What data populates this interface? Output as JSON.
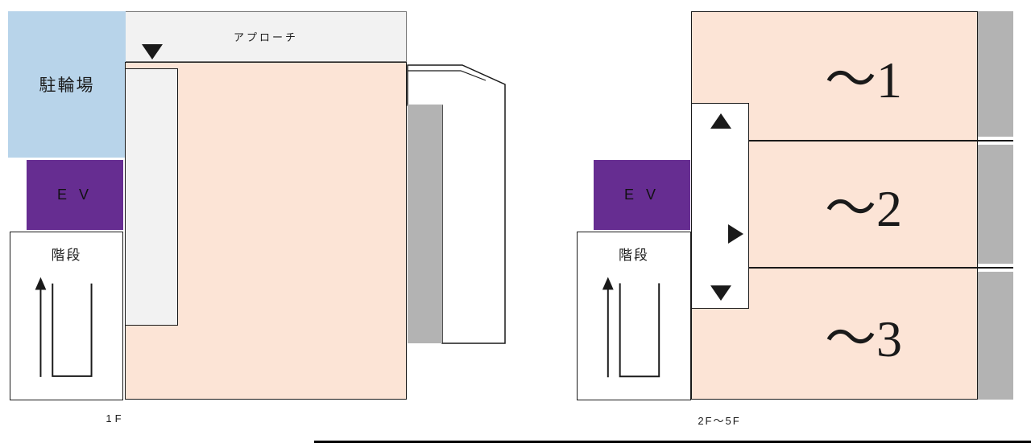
{
  "colors": {
    "room_fill": "#fce4d6",
    "bike_parking_fill": "#b8d4ea",
    "elevator_fill": "#662d91",
    "balcony_fill": "#b3b3b3",
    "approach_fill": "#f2f2f2",
    "corridor_fill": "#f2f2f2",
    "outline": "#1a1a1a"
  },
  "icons": {
    "entrance_marker": "▼",
    "elevator_up_marker": "▲",
    "hall_right_marker": "▶",
    "hall_down_marker": "▼",
    "stairs_direction": "↑"
  },
  "plan_1f": {
    "caption": "1F",
    "approach_label": "アプローチ",
    "bike_parking_label": "駐輪場",
    "elevator_label": "E V",
    "stairs_label": "階段"
  },
  "plan_2f_5f": {
    "caption": "2F～5F",
    "elevator_label": "E V",
    "stairs_label": "階段",
    "rooms": [
      {
        "label": "～1"
      },
      {
        "label": "～2"
      },
      {
        "label": "～3"
      }
    ]
  }
}
